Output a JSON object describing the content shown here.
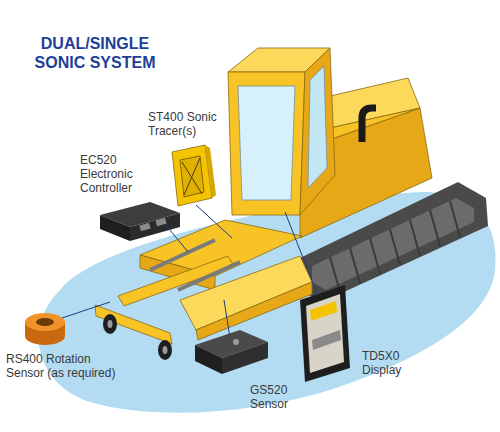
{
  "diagram": {
    "title": "DUAL/SINGLE SONIC SYSTEM",
    "labels": [
      "ST400 Sonic Tracer(s)",
      "EC520 Electronic Controller",
      "RS400 Rotation Sensor (as required)",
      "GS520 Sensor",
      "TD5X0 Display"
    ]
  }
}
